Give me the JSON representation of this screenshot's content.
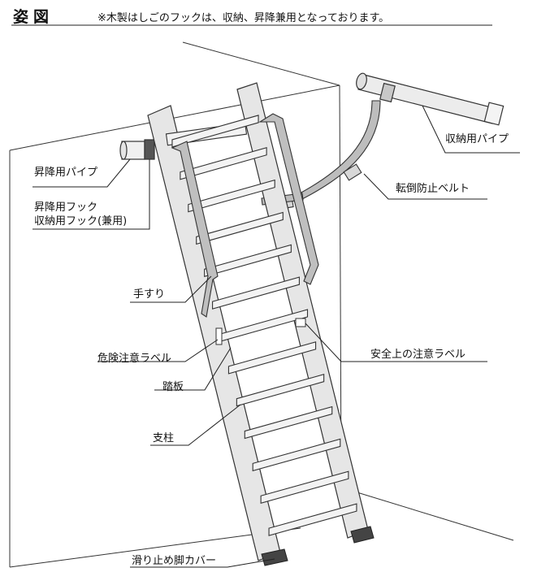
{
  "header": {
    "title": "姿図",
    "note": "※木製はしごのフックは、収納、昇降兼用となっております。"
  },
  "labels": {
    "lift_pipe": "昇降用パイプ",
    "lift_hook": "昇降用フック",
    "storage_hook": "収納用フック(兼用)",
    "storage_pipe": "収納用パイプ",
    "anti_fall_belt": "転倒防止ベルト",
    "handrail": "手すり",
    "danger_label": "危険注意ラベル",
    "safety_label": "安全上の注意ラベル",
    "step": "踏板",
    "post": "支柱",
    "foot_cover": "滑り止め脚カバー"
  }
}
